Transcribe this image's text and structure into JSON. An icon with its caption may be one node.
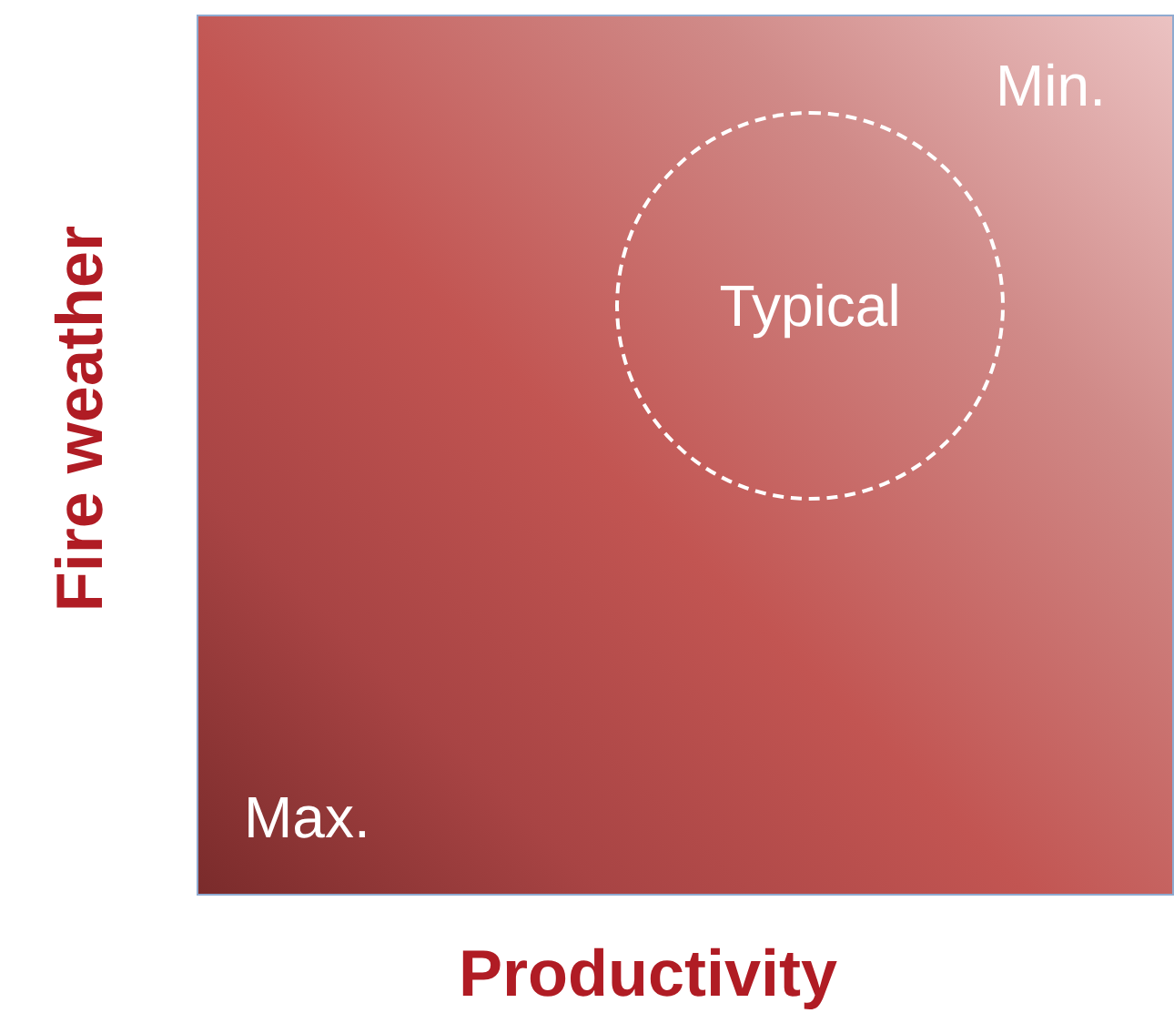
{
  "diagram": {
    "nodes": [
      {
        "text": [],
        "shape": "box"
      },
      {
        "text": [
          "Typical"
        ],
        "in": 0
      }
    ],
    "edges": [],
    "labels": [
      "Min.",
      "Fire weather",
      "Max.",
      "Productivity"
    ]
  }
}
